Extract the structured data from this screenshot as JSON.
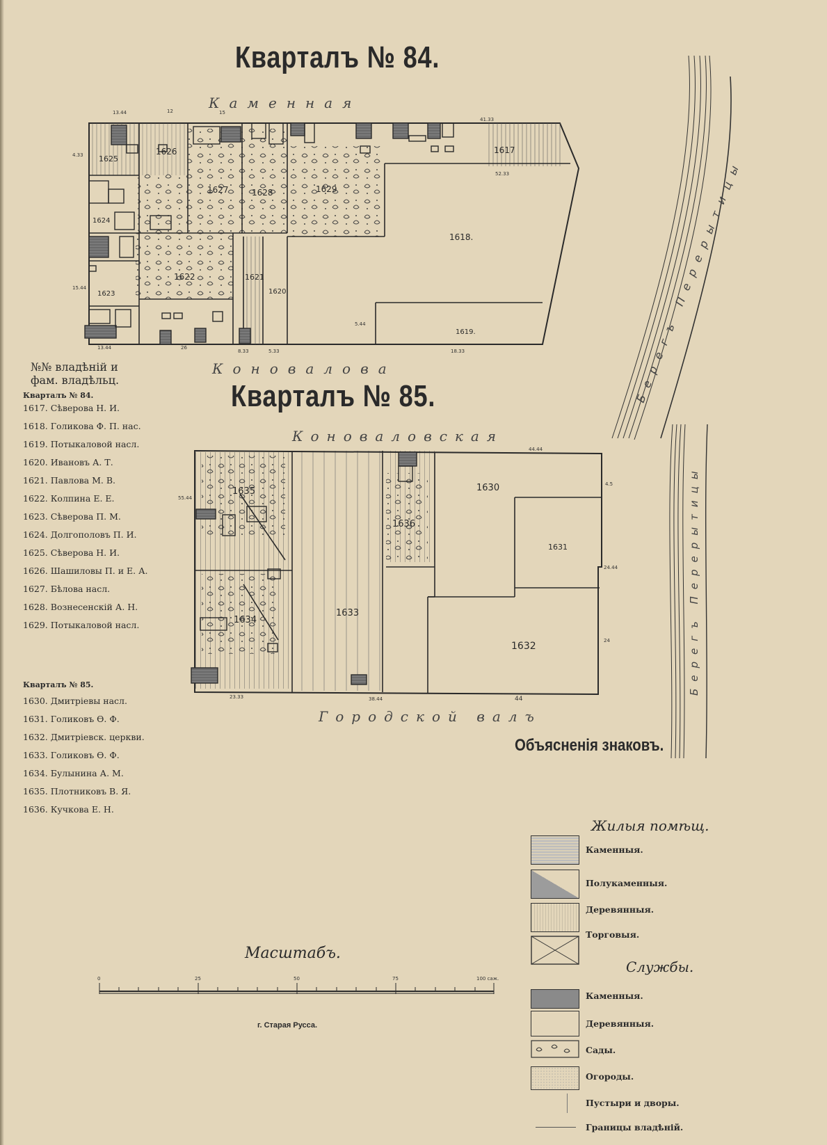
{
  "titles": {
    "q84": "Кварталъ № 84.",
    "q85": "Кварталъ № 85."
  },
  "streets": {
    "top84": "Каменная",
    "middle": "Коновалова",
    "top85": "Коноваловская",
    "bottom85": "Городской валъ",
    "river1": "Берегъ Перерытицы",
    "river2": "Берегъ Перерытицы"
  },
  "owners": {
    "header": "№№ владѣній и фам. владѣльц.",
    "q84_head": "Кварталъ № 84.",
    "q84": [
      "1617. Сѣверова Н. И.",
      "1618. Голикова Ф. П. нас.",
      "1619. Потыкаловой насл.",
      "1620. Ивановъ А. Т.",
      "1621. Павлова М. В.",
      "1622. Колпина Е. Е.",
      "1623. Сѣверова П. М.",
      "1624. Долгополовъ П. И.",
      "1625. Сѣверова Н. И.",
      "1626. Шашиловы П. и Е. А.",
      "1627. Бѣлова насл.",
      "1628. Вознесенскій А. Н.",
      "1629. Потыкаловой насл."
    ],
    "q85_head": "Кварталъ № 85.",
    "q85": [
      "1630. Дмитріевы насл.",
      "1631. Голиковъ Ө. Ф.",
      "1632. Дмитріевск. церкви.",
      "1633. Голиковъ Ө. Ф.",
      "1634. Булынина А. М.",
      "1635. Плотниковъ В. Я.",
      "1636. Кучкова Е. Н."
    ]
  },
  "parcels": {
    "q84": [
      "1617",
      "1618.",
      "1619.",
      "1620",
      "1621",
      "1622",
      "1623",
      "1624",
      "1625",
      "1626",
      "1627",
      "1628",
      "1629"
    ],
    "q85": [
      "1630",
      "1631",
      "1632",
      "1633",
      "1634",
      "1635",
      "1636"
    ]
  },
  "dims": {
    "q84": [
      "13.44",
      "12",
      "15",
      "41.33",
      "4.33",
      "52.33",
      "15.44",
      "13.44",
      "26",
      "8.33",
      "5.33",
      "18.33",
      "5.44"
    ],
    "q85": [
      "44.44",
      "55.44",
      "4.5",
      "24.44",
      "24",
      "23.33",
      "38.44",
      "44"
    ]
  },
  "legend": {
    "title": "Объясненія знаковъ.",
    "living_head": "Жилыя помѣщ.",
    "living": [
      "Каменныя.",
      "Полукаменныя.",
      "Деревянныя.",
      "Торговыя."
    ],
    "service_head": "Службы.",
    "service": [
      "Каменныя.",
      "Деревянныя.",
      "Сады.",
      "Огороды.",
      "Пустыри и дворы.",
      "Границы владѣній."
    ]
  },
  "scale": {
    "title": "Масштабъ.",
    "ticks": [
      "0",
      "25",
      "50",
      "75",
      "100 саж."
    ]
  },
  "city": "г. Старая Русса.",
  "colors": {
    "paper": "#e3d6ba",
    "ink": "#2a2a2a",
    "stone": "#6e6e6e"
  }
}
